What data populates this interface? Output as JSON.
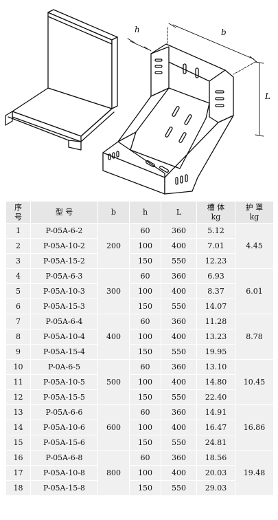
{
  "drawing": {
    "labels": {
      "h": "h",
      "b": "b",
      "L": "L"
    }
  },
  "table": {
    "headers": {
      "index": [
        "序",
        "号"
      ],
      "model": "型  号",
      "b": "b",
      "h": "h",
      "L": "L",
      "trough": [
        "槽 体",
        "kg"
      ],
      "cover": [
        "护 罩",
        "kg"
      ]
    },
    "groups": [
      {
        "b": "200",
        "cover": "4.45",
        "rows": [
          {
            "no": "1",
            "model": "P-05A-6-2",
            "h": "60",
            "L": "360",
            "trough": "5.12"
          },
          {
            "no": "2",
            "model": "P-05A-10-2",
            "h": "100",
            "L": "400",
            "trough": "7.01"
          },
          {
            "no": "3",
            "model": "P-05A-15-2",
            "h": "150",
            "L": "550",
            "trough": "12.23"
          }
        ]
      },
      {
        "b": "300",
        "cover": "6.01",
        "rows": [
          {
            "no": "4",
            "model": "P-05A-6-3",
            "h": "60",
            "L": "360",
            "trough": "6.93"
          },
          {
            "no": "5",
            "model": "P-05A-10-3",
            "h": "100",
            "L": "400",
            "trough": "8.37"
          },
          {
            "no": "6",
            "model": "P-05A-15-3",
            "h": "150",
            "L": "550",
            "trough": "14.07"
          }
        ]
      },
      {
        "b": "400",
        "cover": "8.78",
        "rows": [
          {
            "no": "7",
            "model": "P-05A-6-4",
            "h": "60",
            "L": "360",
            "trough": "11.28"
          },
          {
            "no": "8",
            "model": "P-05A-10-4",
            "h": "100",
            "L": "400",
            "trough": "13.23"
          },
          {
            "no": "9",
            "model": "P-05A-15-4",
            "h": "150",
            "L": "550",
            "trough": "19.95"
          }
        ]
      },
      {
        "b": "500",
        "cover": "10.45",
        "rows": [
          {
            "no": "10",
            "model": "P-0A-6-5",
            "h": "60",
            "L": "360",
            "trough": "13.10"
          },
          {
            "no": "11",
            "model": "P-05A-10-5",
            "h": "100",
            "L": "400",
            "trough": "14.80"
          },
          {
            "no": "12",
            "model": "P-05A-15-5",
            "h": "150",
            "L": "550",
            "trough": "22.40"
          }
        ]
      },
      {
        "b": "600",
        "cover": "16.86",
        "rows": [
          {
            "no": "13",
            "model": "P-05A-6-6",
            "h": "60",
            "L": "360",
            "trough": "14.91"
          },
          {
            "no": "14",
            "model": "P-05A-10-6",
            "h": "100",
            "L": "400",
            "trough": "16.47"
          },
          {
            "no": "15",
            "model": "P-05A-15-6",
            "h": "150",
            "L": "550",
            "trough": "24.81"
          }
        ]
      },
      {
        "b": "800",
        "cover": "19.48",
        "rows": [
          {
            "no": "16",
            "model": "P-05A-6-8",
            "h": "60",
            "L": "360",
            "trough": "18.56"
          },
          {
            "no": "17",
            "model": "P-05A-10-8",
            "h": "100",
            "L": "400",
            "trough": "20.03"
          },
          {
            "no": "18",
            "model": "P-05A-15-8",
            "h": "150",
            "L": "550",
            "trough": "29.03"
          }
        ]
      }
    ]
  }
}
